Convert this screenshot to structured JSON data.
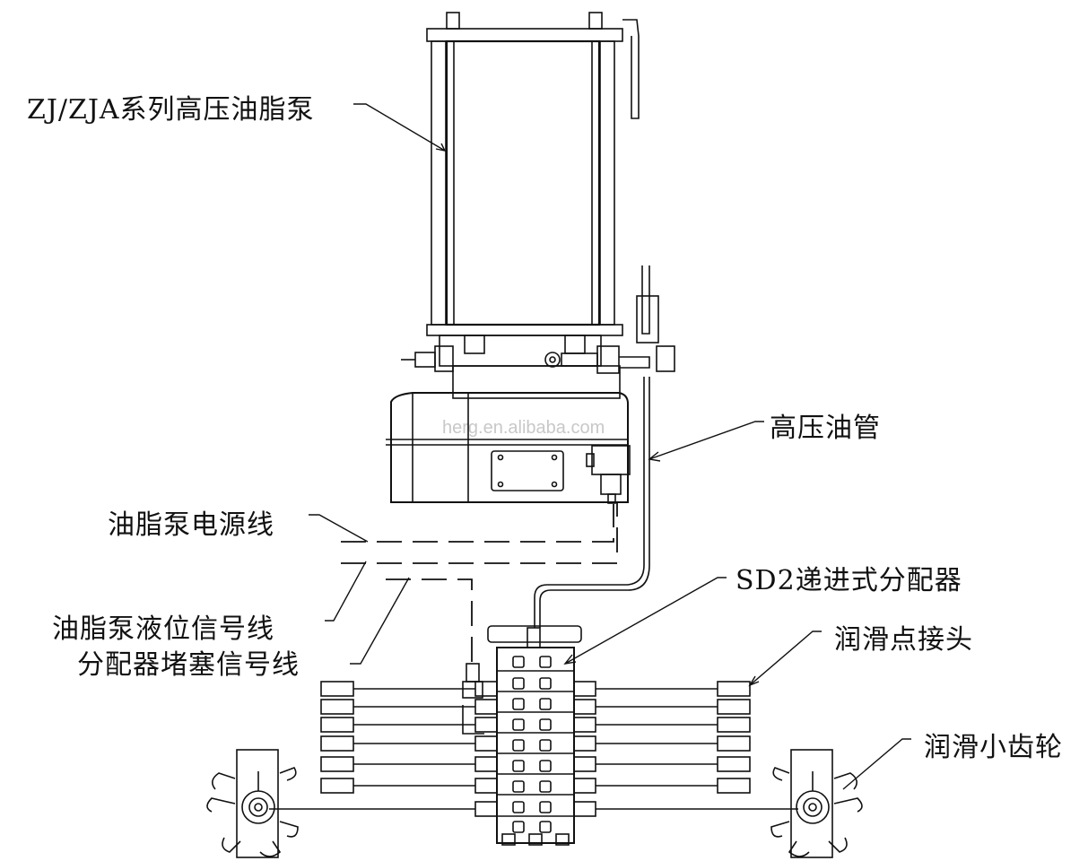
{
  "labels": {
    "pump": "ZJ/ZJA系列高压油脂泵",
    "hose": "高压油管",
    "power_line": "油脂泵电源线",
    "distributor": "SD2递进式分配器",
    "level_signal": "油脂泵液位信号线",
    "block_signal": "分配器堵塞信号线",
    "lube_fitting": "润滑点接头",
    "pinion": "润滑小齿轮"
  },
  "watermark": "herg.en.alibaba.com",
  "colors": {
    "line": "#111111",
    "background": "#ffffff",
    "watermark": "#c8c8c8"
  }
}
